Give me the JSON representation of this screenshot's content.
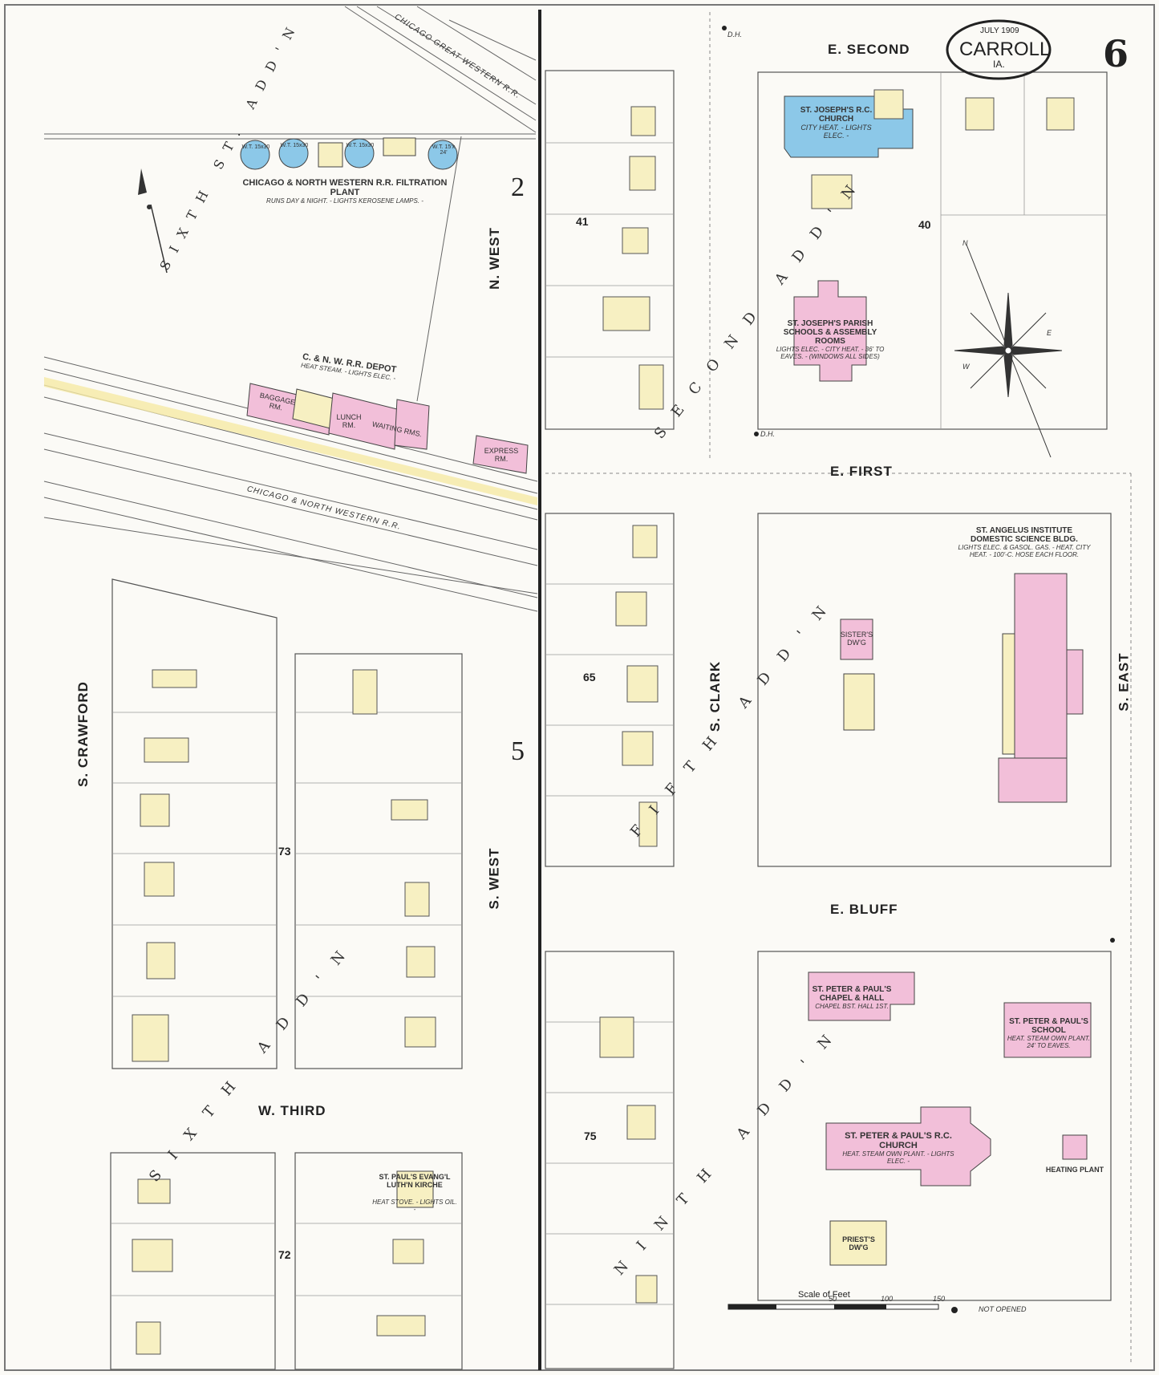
{
  "sheet": {
    "number": "6",
    "town": "CARROLL",
    "state": "IA.",
    "date": "JULY 1909"
  },
  "streets": {
    "e_second": "E. SECOND",
    "e_first": "E. FIRST",
    "e_bluff": "E. BLUFF",
    "w_third": "W. THIRD",
    "n_west": "N. WEST",
    "s_west": "S. WEST",
    "s_clark": "S. CLARK",
    "s_crawford": "S. CRAWFORD",
    "s_east": "S. EAST"
  },
  "railroads": {
    "cgw": "CHICAGO GREAT WESTERN R.R.",
    "cnw": "CHICAGO & NORTH WESTERN R.R."
  },
  "additions": {
    "sixth_top": "SIXTH ST. ADD'N",
    "second": "SECOND ADD'N",
    "fifth": "FIFTH ADD'N",
    "sixth_bottom": "SIXTH ADD'N",
    "ninth": "NINTH ADD'N"
  },
  "block_numbers": {
    "b41": "41",
    "b40": "40",
    "b65": "65",
    "b73": "73",
    "b75": "75",
    "b72": "72",
    "sec2": "2",
    "sec5": "5"
  },
  "buildings": {
    "st_josephs_church": {
      "name": "ST. JOSEPH'S R.C. CHURCH",
      "notes": "CITY HEAT. - LIGHTS ELEC. -"
    },
    "st_josephs_school": {
      "name": "ST. JOSEPH'S PARISH SCHOOLS & ASSEMBLY ROOMS",
      "notes": "LIGHTS ELEC. - CITY HEAT. - 36' TO EAVES. - (WINDOWS ALL SIDES)"
    },
    "filtration": {
      "name": "CHICAGO & NORTH WESTERN R.R. FILTRATION PLANT",
      "notes": "RUNS DAY & NIGHT. - LIGHTS KEROSENE LAMPS. -"
    },
    "depot": {
      "name": "C. & N. W. R.R. DEPOT",
      "notes": "HEAT STEAM. - LIGHTS ELEC. -"
    },
    "depot_rooms": [
      "BAGGAGE RM.",
      "LUNCH RM.",
      "WAITING RMS."
    ],
    "express": "EXPRESS RM.",
    "angelus": {
      "name": "ST. ANGELUS INSTITUTE DOMESTIC SCIENCE BLDG.",
      "notes": "LIGHTS ELEC. & GASOL. GAS. - HEAT. CITY HEAT. - 100'-C. HOSE EACH FLOOR."
    },
    "sisters": "SISTER'S DW'G",
    "chapel": {
      "name": "ST. PETER & PAUL'S CHAPEL & HALL",
      "notes": "CHAPEL BST. HALL 1ST."
    },
    "school": {
      "name": "ST. PETER & PAUL'S SCHOOL",
      "notes": "HEAT. STEAM OWN PLANT. 24' TO EAVES."
    },
    "church": {
      "name": "ST. PETER & PAUL'S R.C. CHURCH",
      "notes": "HEAT. STEAM OWN PLANT. - LIGHTS ELEC. -"
    },
    "priest": "PRIEST'S DW'G",
    "heating": "HEATING PLANT",
    "lutheran": {
      "name": "ST. PAUL'S EVANG'L LUTH'N KIRCHE",
      "notes": "HEAT STOVE. - LIGHTS OIL. -"
    }
  },
  "tanks": [
    "W.T. 15x30",
    "W.T. 15x30",
    "W.T. 15x30",
    "W.T. 15'x 24'"
  ],
  "compass_labels": {
    "n": "N",
    "e": "E",
    "w": "W"
  },
  "scale": {
    "title": "Scale of Feet",
    "ticks": [
      "50",
      "100",
      "150"
    ]
  },
  "misc": {
    "not_opened": "NOT OPENED",
    "dh": "D.H."
  },
  "colors": {
    "frame": "#f7f0c2",
    "brick": "#f2bfd9",
    "stone": "#8cc8e8",
    "line": "#444"
  }
}
